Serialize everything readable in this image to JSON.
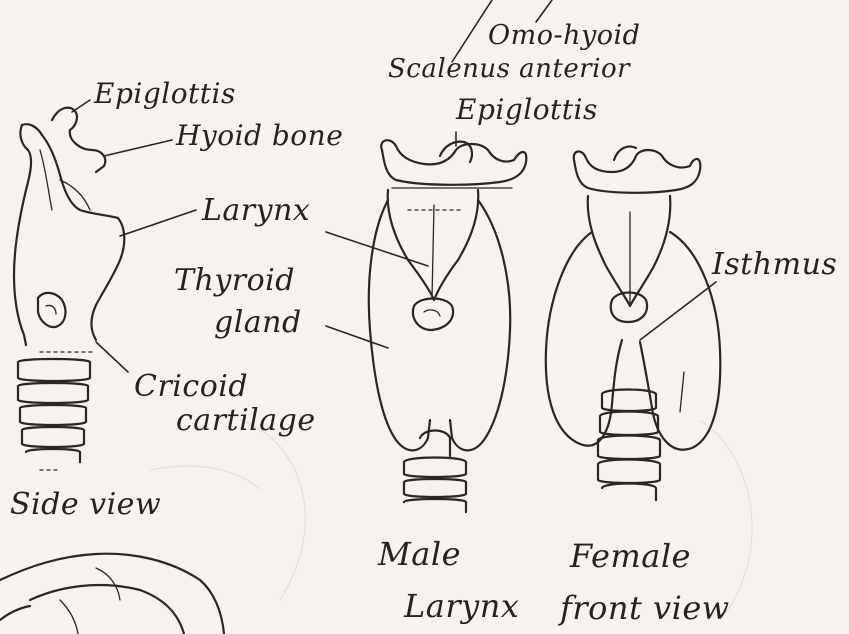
{
  "labels": {
    "omo_hyoid": "Omo-hyoid",
    "scalenus_anterior": "Scalenus anterior",
    "epiglottis_top": "Epiglottis",
    "epiglottis_side": "Epiglottis",
    "hyoid_bone": "Hyoid bone",
    "larynx": "Larynx",
    "thyroid_line1": "Thyroid",
    "thyroid_line2": "gland",
    "cricoid_line1": "Cricoid",
    "cricoid_line2": "cartilage",
    "isthmus": "Isthmus",
    "side_view": "Side view",
    "male": "Male",
    "larynx_caption": "Larynx",
    "female": "Female",
    "front_view": "front view"
  },
  "colors": {
    "paper": "#f6f3ef",
    "ink": "#2a2622"
  }
}
